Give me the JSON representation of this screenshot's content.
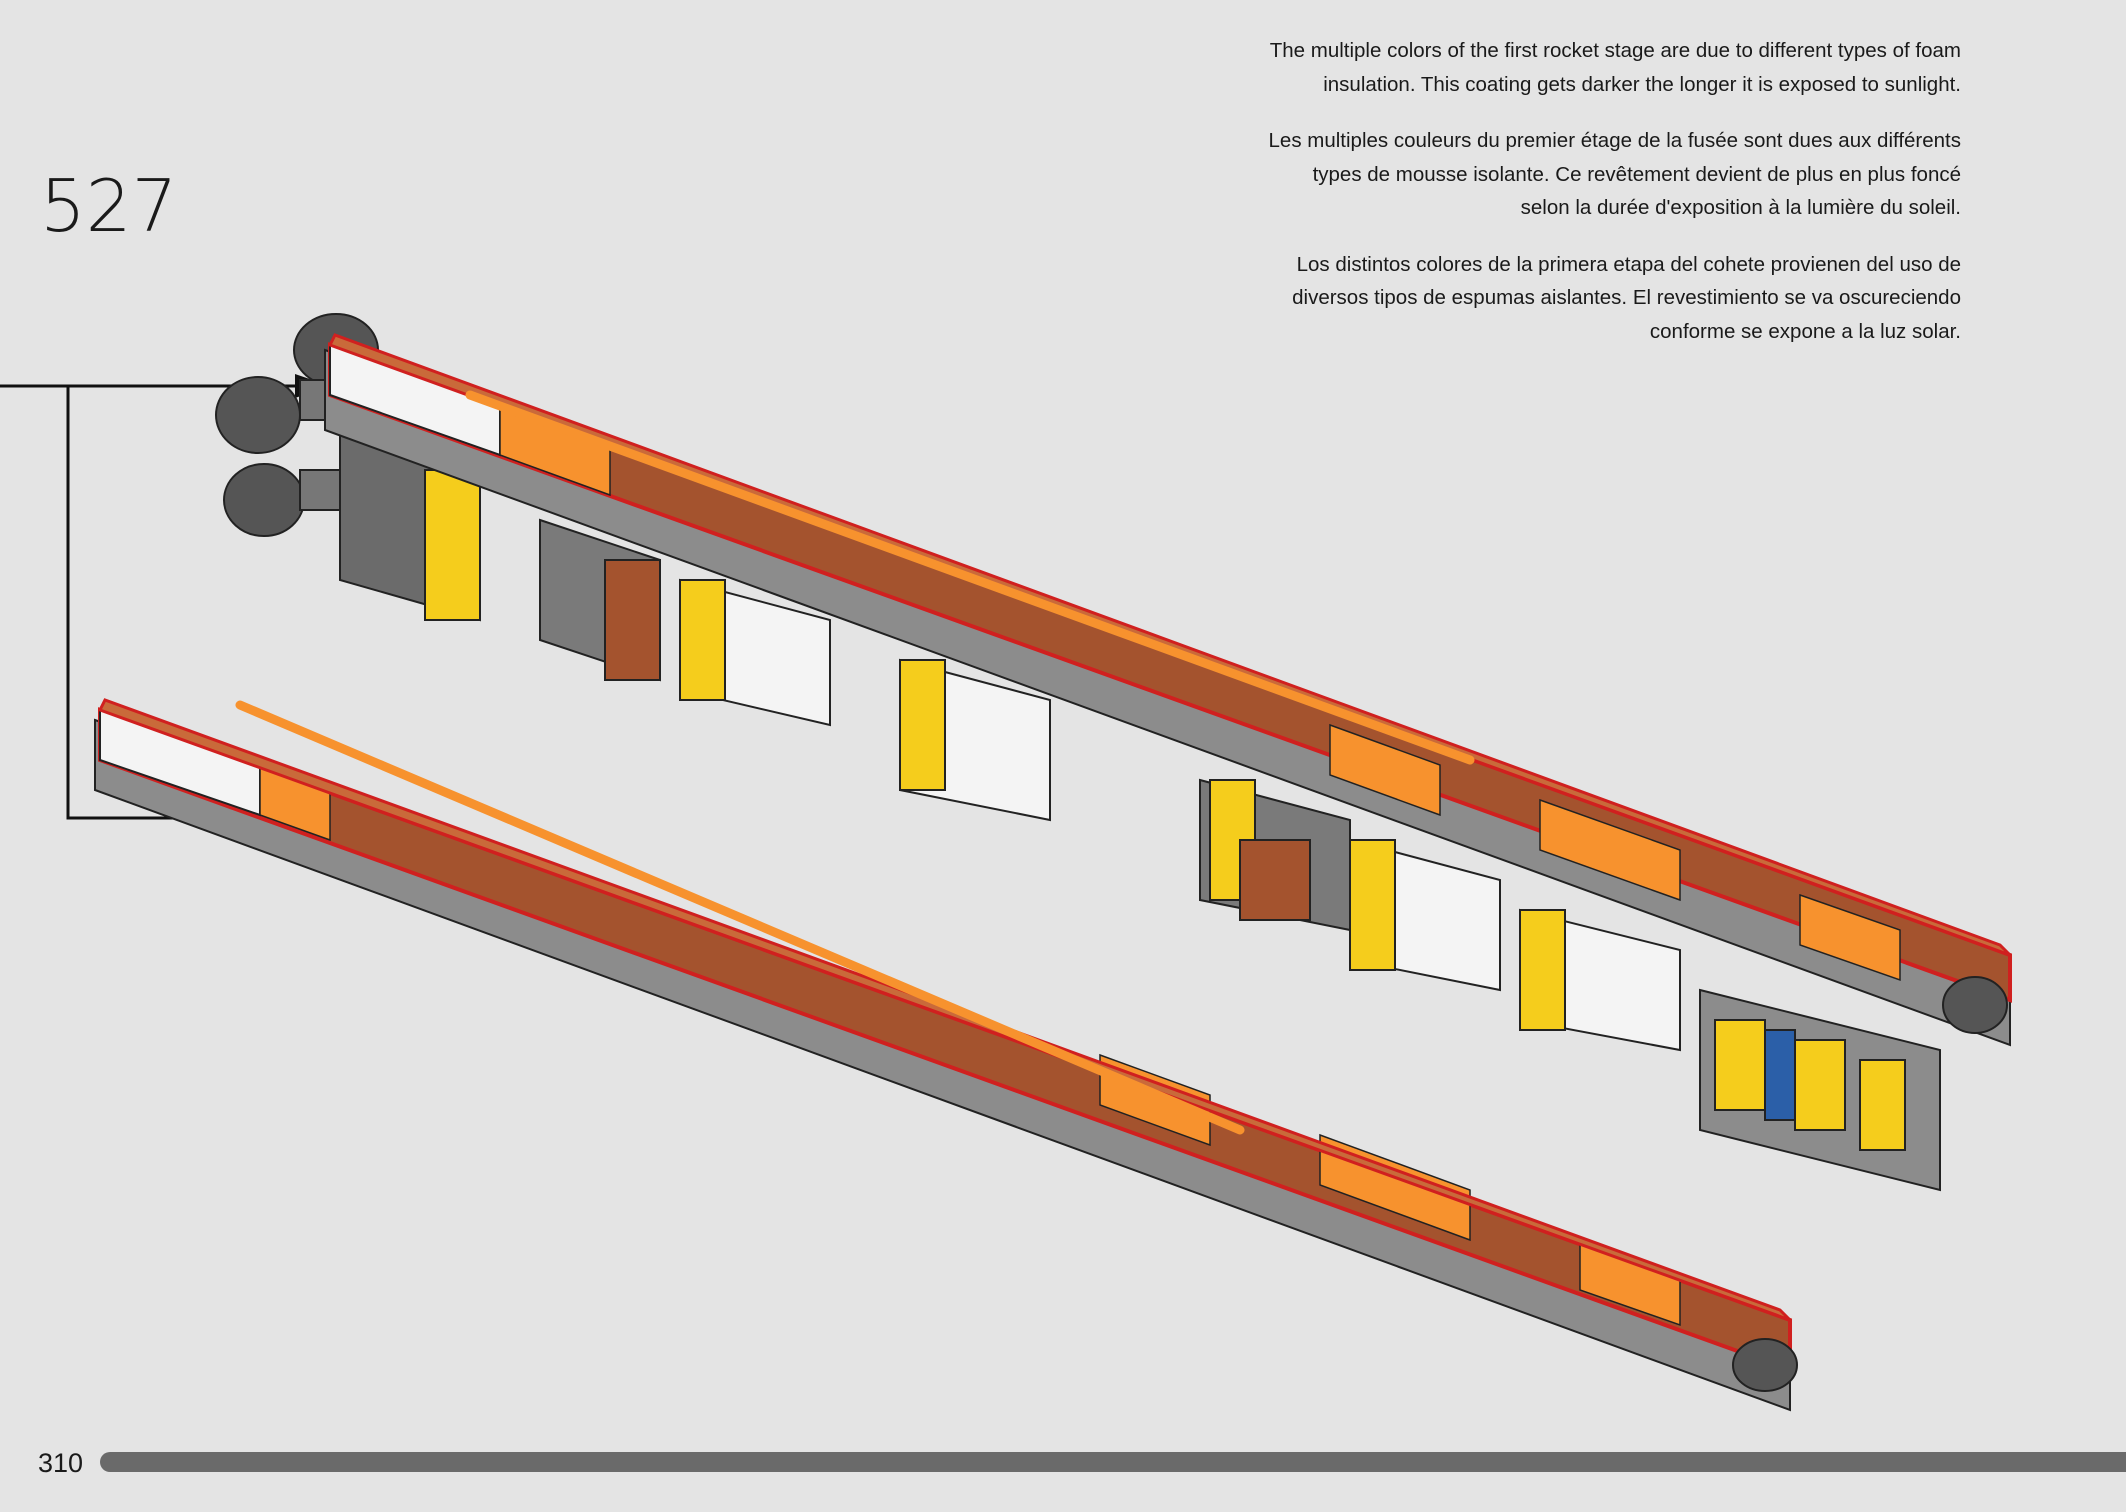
{
  "step": {
    "number": "527"
  },
  "notes": [
    {
      "lang": "en",
      "text": "The multiple colors of the first rocket stage are due to different types of foam insulation. This coating gets darker the longer it is exposed to sunlight."
    },
    {
      "lang": "fr",
      "text": "Les multiples couleurs du premier étage de la fusée sont dues aux différents types de mousse isolante. Ce revêtement devient de plus en plus foncé selon la durée d'exposition à la lumière du soleil."
    },
    {
      "lang": "es",
      "text": "Los distintos colores de la primera etapa del cohete provienen del uso de diversos tipos de espumas aislantes. El revestimiento se va oscureciendo conforme se expone a la luz solar."
    }
  ],
  "illustration": {
    "icons": [
      "rocket-stage-assembly",
      "rocket-engine-nozzle",
      "callout-arrow"
    ],
    "colors": {
      "foam_dark": "#a4532e",
      "foam_light": "#f7922e",
      "white_nose": "#f4f4f4",
      "grey_base": "#8c8c8c",
      "yellow_brick": "#f5cd1c",
      "highlight_outline": "#d0201f",
      "nozzle_grey": "#555555"
    }
  },
  "footer": {
    "page_number": "310"
  },
  "progress": {
    "fraction": 0.99
  }
}
